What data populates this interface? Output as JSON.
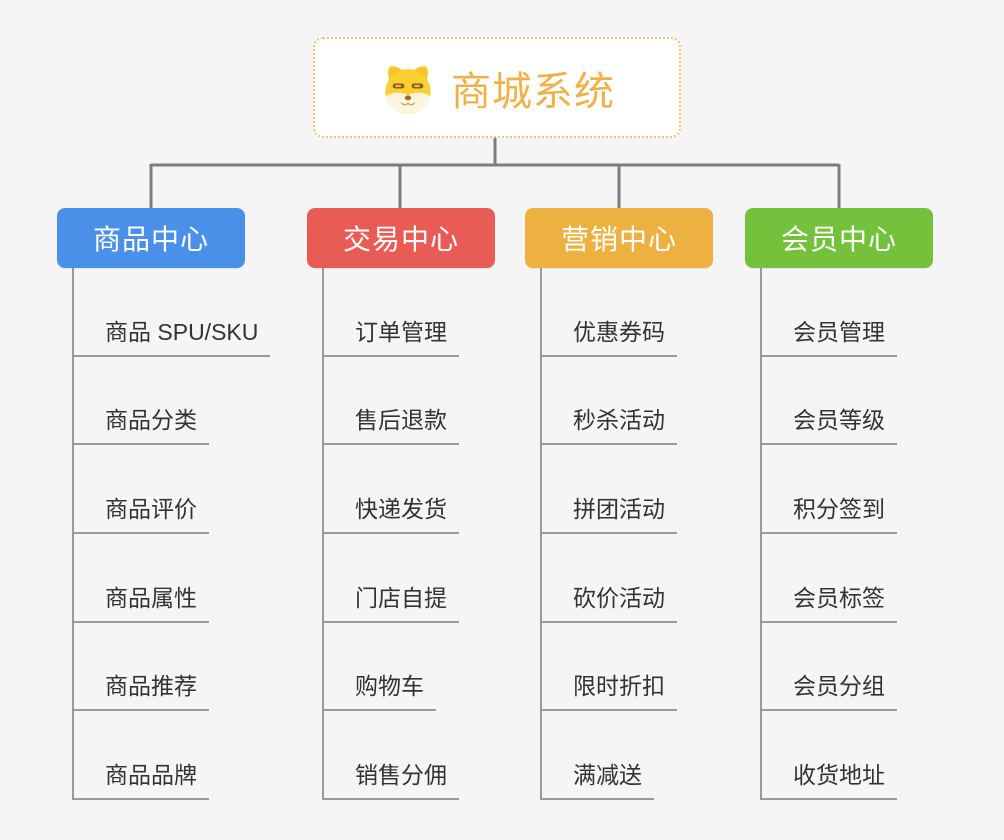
{
  "root": {
    "title": "商城系统",
    "icon": "dog-icon"
  },
  "colors": {
    "root_text": "#f0b04a",
    "root_border": "#f3c178",
    "connector_main": "#7d7d7d",
    "connector_child": "#9a9a9a",
    "child_text": "#333333",
    "background": "#f5f5f5"
  },
  "branches": [
    {
      "label": "商品中心",
      "color": "#4a90e9",
      "children": [
        "商品 SPU/SKU",
        "商品分类",
        "商品评价",
        "商品属性",
        "商品推荐",
        "商品品牌"
      ]
    },
    {
      "label": "交易中心",
      "color": "#e95c56",
      "children": [
        "订单管理",
        "售后退款",
        "快递发货",
        "门店自提",
        "购物车",
        "销售分佣"
      ]
    },
    {
      "label": "营销中心",
      "color": "#edb141",
      "children": [
        "优惠券码",
        "秒杀活动",
        "拼团活动",
        "砍价活动",
        "限时折扣",
        "满减送"
      ]
    },
    {
      "label": "会员中心",
      "color": "#74c23c",
      "children": [
        "会员管理",
        "会员等级",
        "积分签到",
        "会员标签",
        "会员分组",
        "收货地址"
      ]
    }
  ]
}
